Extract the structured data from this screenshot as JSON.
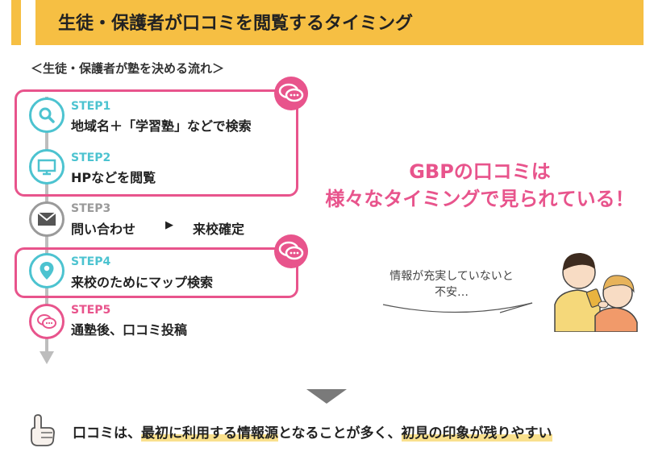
{
  "header": {
    "title": "生徒・保護者が口コミを閲覧するタイミング"
  },
  "flow_title": "＜生徒・保護者が塾を決める流れ＞",
  "steps": [
    {
      "label": "STEP1",
      "text": "地域名＋「学習塾」などで検索",
      "icon": "search-icon"
    },
    {
      "label": "STEP2",
      "text": "HPなどを閲覧",
      "icon": "monitor-icon"
    },
    {
      "label": "STEP3",
      "text_a": "問い合わせ",
      "arrow": "▶",
      "text_b": "来校確定",
      "icon": "mail-icon"
    },
    {
      "label": "STEP4",
      "text": "来校のためにマップ検索",
      "icon": "map-pin-icon"
    },
    {
      "label": "STEP5",
      "text": "通塾後、口コミ投稿",
      "icon": "chat-bubble-icon"
    }
  ],
  "highlight": {
    "line1": "GBPの口コミは",
    "line2": "様々なタイミングで見られている！"
  },
  "speech": {
    "line1": "情報が充実していないと",
    "line2": "不安…"
  },
  "bottom": {
    "part1": "口コミは、",
    "part2": "最初に利用する情報源",
    "part3": "となることが多く、",
    "part4": "初見の印象が残りやすい"
  },
  "colors": {
    "accent_yellow": "#f6bf43",
    "pink": "#e8548c",
    "teal": "#4cc3d0",
    "grey": "#9a9a9a"
  }
}
